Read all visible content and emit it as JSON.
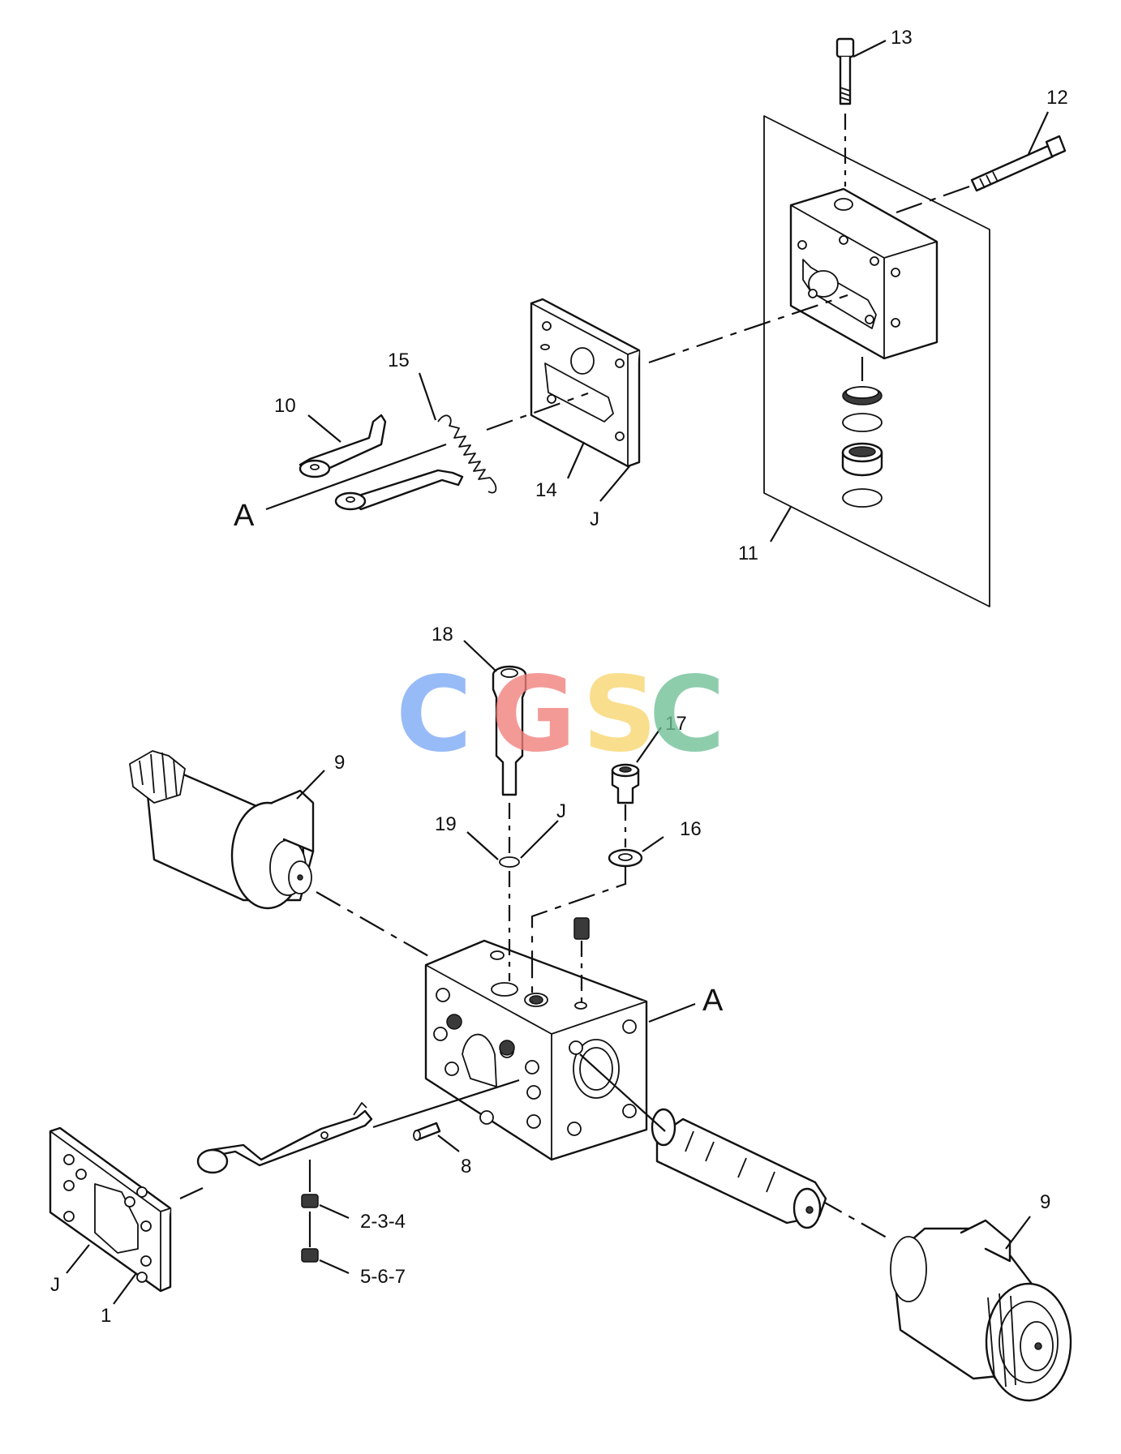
{
  "callouts": {
    "c13": "13",
    "c12": "12",
    "c15": "15",
    "c10": "10",
    "c14": "14",
    "cJ_top": "J",
    "c11": "11",
    "cA_top": "A",
    "c18": "18",
    "c17": "17",
    "c9_left": "9",
    "c19": "19",
    "cJ_mid": "J",
    "c16": "16",
    "cA_main": "A",
    "c8": "8",
    "c9_right": "9",
    "c234": "2-3-4",
    "c567": "5-6-7",
    "cJ_bottom": "J",
    "c1": "1"
  },
  "watermark": {
    "letters": [
      "C",
      "G",
      "S",
      "C"
    ],
    "colors": [
      "#7aa8f5",
      "#f07e7a",
      "#f8d66e",
      "#6fbf96"
    ]
  }
}
